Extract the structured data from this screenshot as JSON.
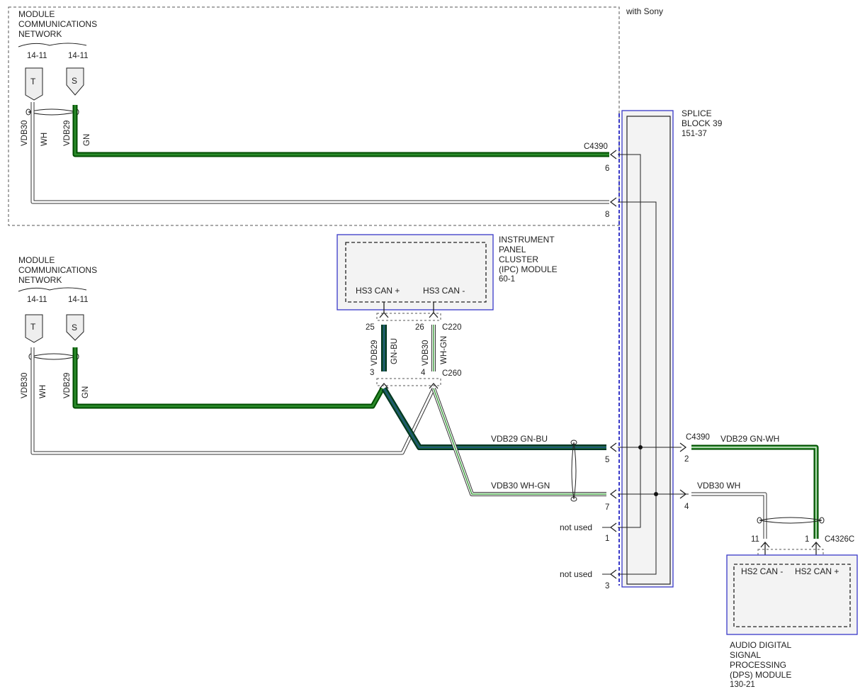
{
  "header": {
    "variant_label": "with Sony"
  },
  "networks": [
    {
      "title_lines": [
        "MODULE",
        "COMMUNICATIONS",
        "NETWORK"
      ],
      "ref_left": "14-11",
      "ref_right": "14-11",
      "term_t": "T",
      "term_s": "S",
      "wire_labels": [
        "VDB30",
        "WH",
        "VDB29",
        "GN"
      ]
    },
    {
      "title_lines": [
        "MODULE",
        "COMMUNICATIONS",
        "NETWORK"
      ],
      "ref_left": "14-11",
      "ref_right": "14-11",
      "term_t": "T",
      "term_s": "S",
      "wire_labels": [
        "VDB30",
        "WH",
        "VDB29",
        "GN"
      ]
    }
  ],
  "splice_block": {
    "title_lines": [
      "SPLICE",
      "BLOCK 39",
      "151-37"
    ],
    "left_connector": "C4390",
    "right_connector": "C4390",
    "pins_left": [
      "6",
      "8",
      "5",
      "7",
      "1",
      "3"
    ],
    "pins_right": [
      "2",
      "4"
    ]
  },
  "ipc_module": {
    "title_lines": [
      "INSTRUMENT",
      "PANEL",
      "CLUSTER",
      "(IPC) MODULE",
      "60-1"
    ],
    "pin_plus": "HS3 CAN +",
    "pin_minus": "HS3 CAN -",
    "upper_connector": "C220",
    "lower_connector": "C260",
    "pins": [
      "25",
      "26",
      "3",
      "4"
    ],
    "wire_labels": [
      "VDB29",
      "GN-BU",
      "VDB30",
      "WH-GN"
    ]
  },
  "dsp_module": {
    "title_lines": [
      "AUDIO DIGITAL",
      "SIGNAL",
      "PROCESSING",
      "(DPS) MODULE",
      "130-21"
    ],
    "pin_minus": "HS2 CAN -",
    "pin_plus": "HS2 CAN +",
    "connector": "C4326C",
    "pins": [
      "11",
      "1"
    ]
  },
  "wires": {
    "vdb29_gnbu": "VDB29   GN-BU",
    "vdb30_whgn": "VDB30   WH-GN",
    "vdb29_gnwh": "VDB29   GN-WH",
    "vdb30_wh": "VDB30   WH"
  },
  "not_used": [
    "not used",
    "not used"
  ],
  "colors": {
    "green": "#2a8a2a",
    "blue": "#1e4f8a",
    "module_border": "#3838c8",
    "module_fill": "#f3f3f3"
  }
}
